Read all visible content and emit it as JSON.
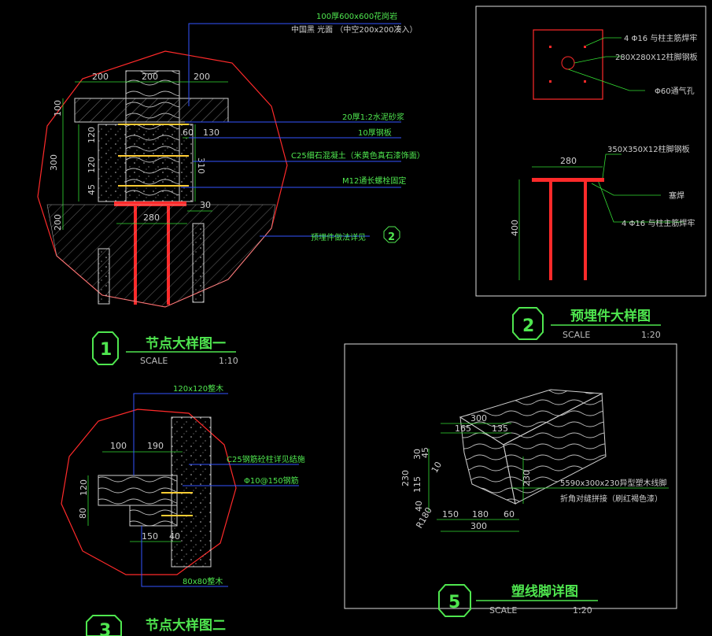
{
  "colors": {
    "background": "#000000",
    "outline": "#ff2a2a",
    "dimension": "#33dd33",
    "leader": "#3355ff",
    "text": "#cfcfcf",
    "title": "#4fe64f"
  },
  "detail1": {
    "number": "1",
    "title": "节点大样图一",
    "scale_label": "SCALE",
    "scale_value": "1:10",
    "notes": {
      "post_size": "100厚600x600花岗岩",
      "post_sub": "中国黑 光面 （中空200x200凑入）",
      "mortar": "20厚1:2水泥砂浆",
      "plate": "10厚钢板",
      "concrete": "C25细石混凝土（米黄色真石漆饰面）",
      "bolt": "M12通长螺栓固定",
      "embed_ref": "预埋件做法详见",
      "embed_ref_num": "2"
    },
    "dims": [
      "200",
      "200",
      "200",
      "100",
      "300",
      "120",
      "120",
      "45",
      "60",
      "130",
      "310",
      "280",
      "30",
      "200"
    ]
  },
  "detail2": {
    "number": "2",
    "title": "预埋件大样图",
    "scale_label": "SCALE",
    "scale_value": "1:20",
    "notes": {
      "rebar_top": "4 Φ16 与柱主筋焊牢",
      "plate_top": "280X280X12柱脚钢板",
      "vent": "Φ60通气孔",
      "plate_side": "350X350X12柱脚钢板",
      "weld": "塞焊",
      "rebar_side": "4 Φ16 与柱主筋焊牢"
    },
    "dims": [
      "280",
      "400"
    ]
  },
  "detail3": {
    "number": "3",
    "title": "节点大样图二",
    "notes": {
      "top_wood": "120x120整木",
      "concrete": "C25钢筋砼柱详见结施",
      "rebar": "Φ10@150钢筋",
      "bottom_wood": "80x80整木"
    },
    "dims": [
      "100",
      "190",
      "120",
      "80",
      "150",
      "40"
    ]
  },
  "detail5": {
    "number": "5",
    "title": "塑线脚详图",
    "scale_label": "SCALE",
    "scale_value": "1:20",
    "notes": {
      "main": "5590x300x230异型塑木线脚",
      "sub": "折角对缝拼接（刷红褐色漆）"
    },
    "dims": [
      "300",
      "165",
      "135",
      "30",
      "45",
      "230",
      "115",
      "40",
      "R180",
      "150",
      "180",
      "60",
      "300",
      "230",
      "10"
    ]
  }
}
